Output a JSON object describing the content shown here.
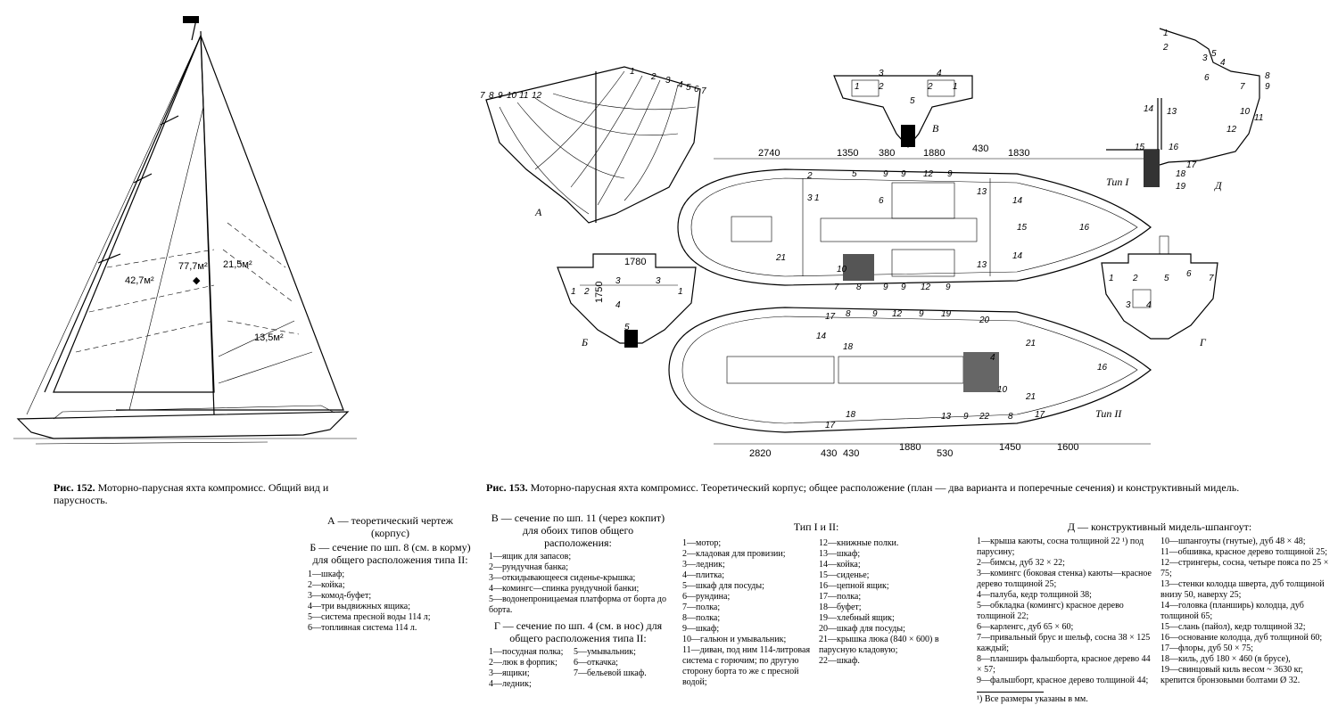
{
  "fig152": {
    "areas": [
      "42,7м²",
      "77,7м²",
      "21,5м²",
      "13,5м²"
    ],
    "caption_label": "Рис. 152.",
    "caption_text": "Моторно-парусная яхта компромисс. Общий вид и парусность."
  },
  "fig153": {
    "caption_label": "Рис. 153.",
    "caption_text": "Моторно-парусная яхта компромисс. Теоретический корпус; общее расположение (план — два варианта и поперечные сечения) и конструктивный мидель.",
    "section_labels": {
      "A": "А",
      "B": "Б",
      "V": "В",
      "G": "Г",
      "D": "Д"
    },
    "type1": "Тип I",
    "type2": "Тип II",
    "top_dims": [
      "2740",
      "1350",
      "380",
      "1880",
      "430",
      "1830"
    ],
    "bottom_dims": [
      "2820",
      "430",
      "430",
      "1880",
      "530",
      "1450",
      "1600"
    ],
    "b_dims": [
      "1780",
      "1750"
    ],
    "lines_numbers": [
      "1",
      "2",
      "3",
      "4",
      "5",
      "6",
      "7",
      "7",
      "8",
      "9",
      "10",
      "11",
      "12"
    ],
    "midship_numbers": [
      "1",
      "2",
      "3",
      "4",
      "5",
      "6",
      "7",
      "8",
      "9",
      "10",
      "11",
      "12",
      "13",
      "14",
      "15",
      "16",
      "17",
      "18",
      "19"
    ]
  },
  "legend": {
    "A_title": "А — теоретический чертеж (корпус)",
    "B_title": "Б — сечение по шп. 8 (см. в корму) для общего расположения типа II:",
    "B_items": [
      "1—шкаф;",
      "2—койка;",
      "3—комод-буфет;",
      "4—три выдвижных ящика;",
      "5—система пресной воды 114 л;",
      "6—топливная система 114 л."
    ],
    "V_title": "В — сечение по шп. 11 (через кокпит) для обоих типов общего расположения:",
    "V_items": [
      "1—ящик для запасов;",
      "2—рундучная банка;",
      "3—откидывающееся сиденье-крышка;",
      "4—комингс—спинка рундучной банки;",
      "5—водонепроницаемая платформа от борта до борта."
    ],
    "G_title": "Г — сечение по шп. 4 (см. в нос) для общего расположения типа II:",
    "G_items_left": [
      "1—посудная полка;",
      "2—люк в форпик;",
      "3—ящики;",
      "4—ледник;"
    ],
    "G_items_right": [
      "5—умывальник;",
      "6—откачка;",
      "7—бельевой шкаф."
    ],
    "T_title": "Тип I и II:",
    "T_left": [
      "1—мотор;",
      "2—кладовая для провизии;",
      "3—ледник;",
      "4—плитка;",
      "5—шкаф для посуды;",
      "6—рундина;",
      "7—полка;",
      "8—полка;",
      "9—шкаф;",
      "10—гальюн и умывальник;",
      "11—диван, под ним 114-литровая система с горючим; по другую сторону борта то же с пресной водой;"
    ],
    "T_right": [
      "12—книжные полки.",
      "13—шкаф;",
      "14—койка;",
      "15—сиденье;",
      "16—цепной ящик;",
      "17—полка;",
      "18—буфет;",
      "19—хлебный ящик;",
      "20—шкаф для посуды;",
      "21—крышка люка (840 × 600) в парусную кладовую;",
      "22—шкаф."
    ],
    "D_title": "Д — конструктивный мидель-шпангоут:",
    "D_left": [
      "1—крыша каюты, сосна толщиной 22 ¹) под парусину;",
      "2—бимсы, дуб 32 × 22;",
      "3—комингс (боковая стенка) каюты—красное дерево толщиной 25;",
      "4—палуба, кедр толщиной 38;",
      "5—обкладка (комингс) красное дерево толщиной 22;",
      "6—карленгс, дуб 65 × 60;",
      "7—привальный брус и шельф, сосна 38 × 125 каждый;",
      "8—планширь фальшборта, красное дерево 44 × 57;",
      "9—фальшборт, красное дерево толщиной 44;"
    ],
    "D_right": [
      "10—шпангоуты (гнутые), дуб 48 × 48;",
      "11—обшивка, красное дерево толщиной 25;",
      "12—стрингеры, сосна, четыре пояса по 25 × 75;",
      "13—стенки колодца шверта, дуб толщиной внизу 50, наверху 25;",
      "14—головка (планширь) колодца, дуб толщиной 65;",
      "15—слань (пайол), кедр толщиной 32;",
      "16—основание колодца, дуб толщиной 60;",
      "17—флоры, дуб 50 × 75;",
      "18—киль, дуб 180 × 460 (в брусе),",
      "19—свинцовый киль весом ~ 3630 кг, крепится бронзовыми болтами Ø 32."
    ],
    "footnote": "¹) Все размеры указаны в мм."
  }
}
